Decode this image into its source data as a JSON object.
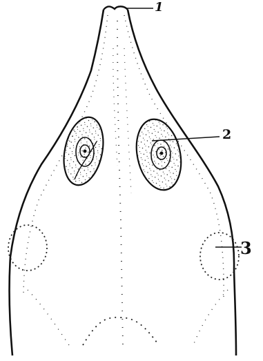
{
  "labels": {
    "one": "1",
    "two": "2",
    "three": "3"
  },
  "colors": {
    "ink": "#111111",
    "background": "#ffffff"
  }
}
